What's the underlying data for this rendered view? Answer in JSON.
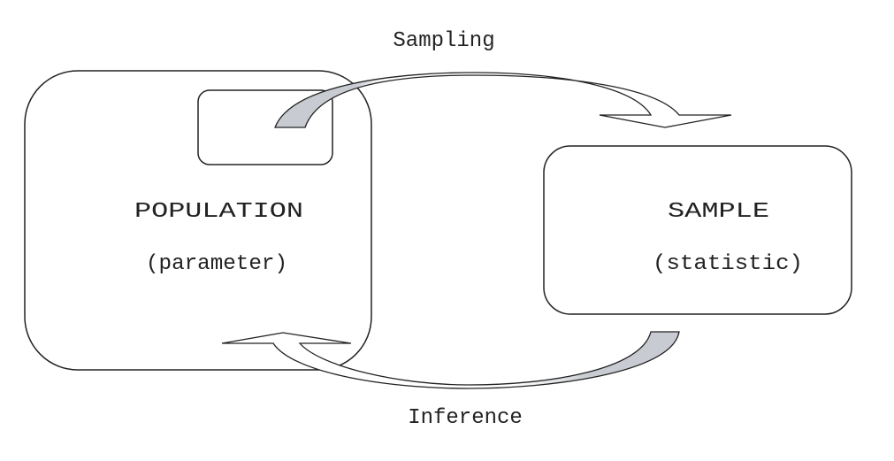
{
  "labels": {
    "sampling": "Sampling",
    "inference": "Inference",
    "population": "POPULATION",
    "parameter": "(parameter)",
    "sample": "SAMPLE",
    "statistic": "(statistic)"
  },
  "colors": {
    "arrow_fill": "#c8ccd2",
    "stroke": "#222222"
  }
}
